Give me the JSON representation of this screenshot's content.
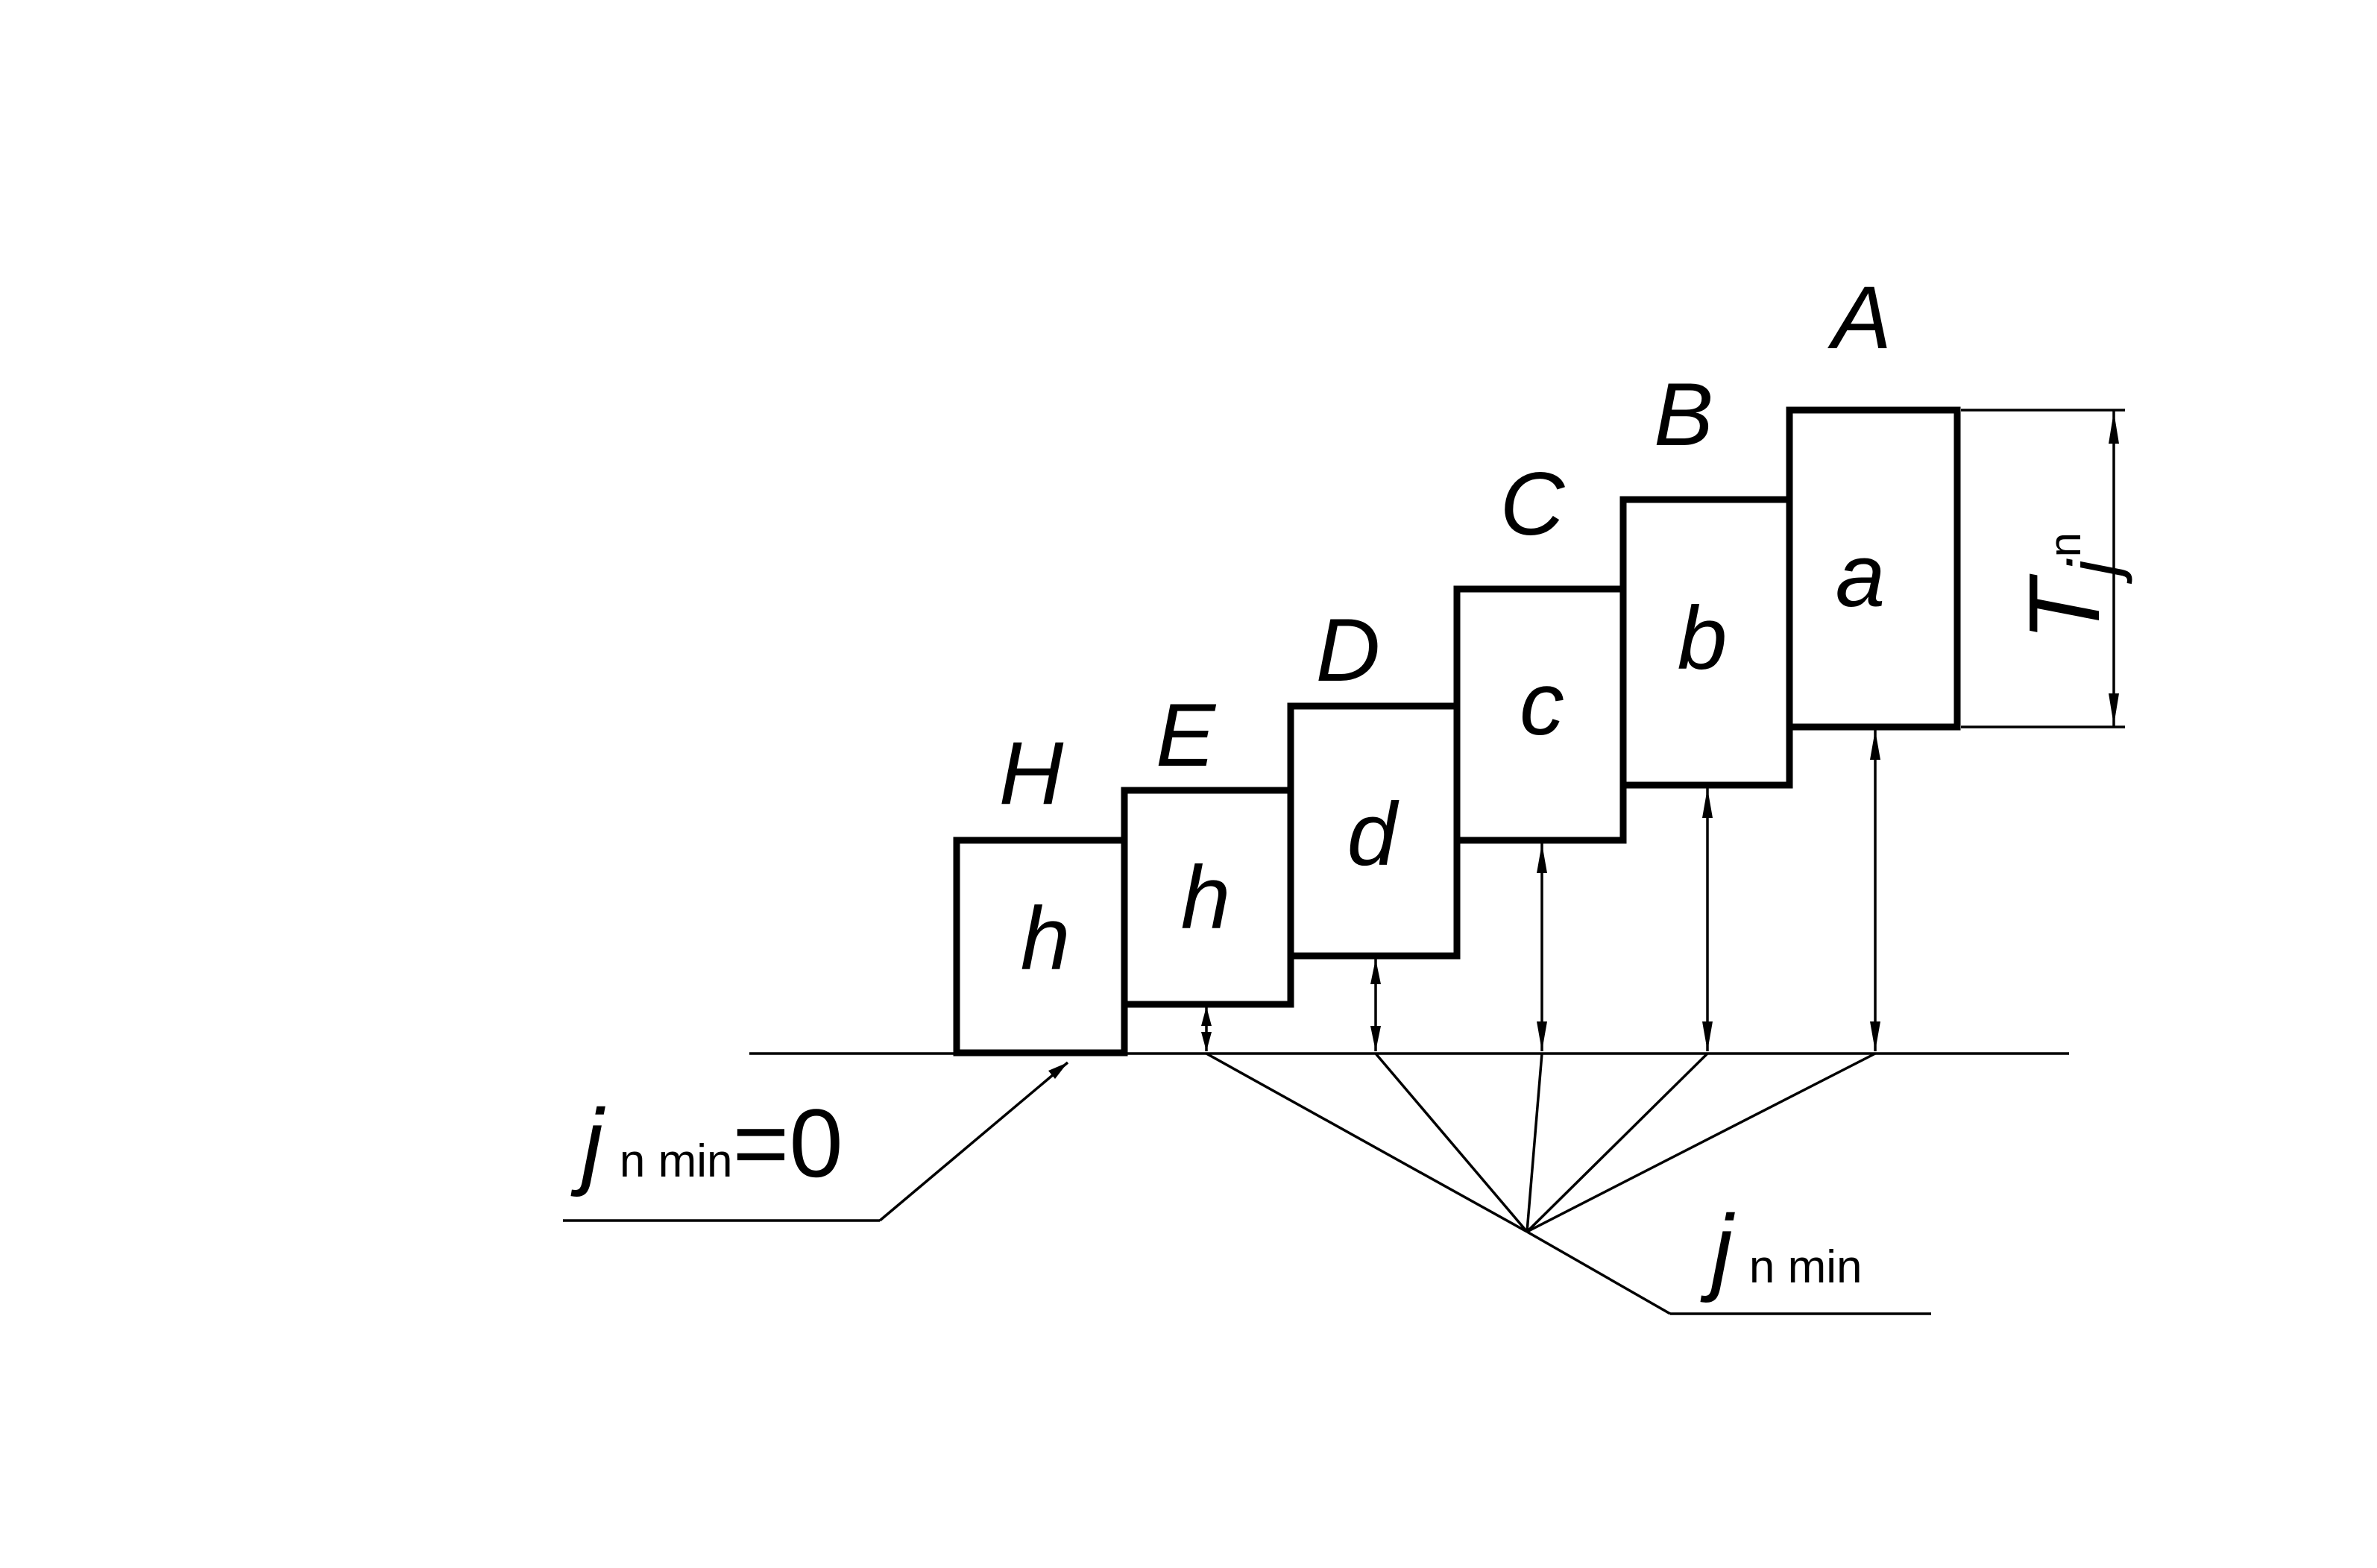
{
  "zones": [
    {
      "upper": "H",
      "lower": "h"
    },
    {
      "upper": "E",
      "lower": "h"
    },
    {
      "upper": "D",
      "lower": "d"
    },
    {
      "upper": "C",
      "lower": "c"
    },
    {
      "upper": "B",
      "lower": "b"
    },
    {
      "upper": "A",
      "lower": "a"
    }
  ],
  "tolerance_label": {
    "main": "T",
    "sub_j": "j",
    "sub_n": "n"
  },
  "zero_label": {
    "j": "j",
    "sub": "n min",
    "suffix": "=0"
  },
  "min_label": {
    "j": "j",
    "sub": "n min"
  },
  "colors": {
    "line": "#000000",
    "background": "#ffffff"
  }
}
